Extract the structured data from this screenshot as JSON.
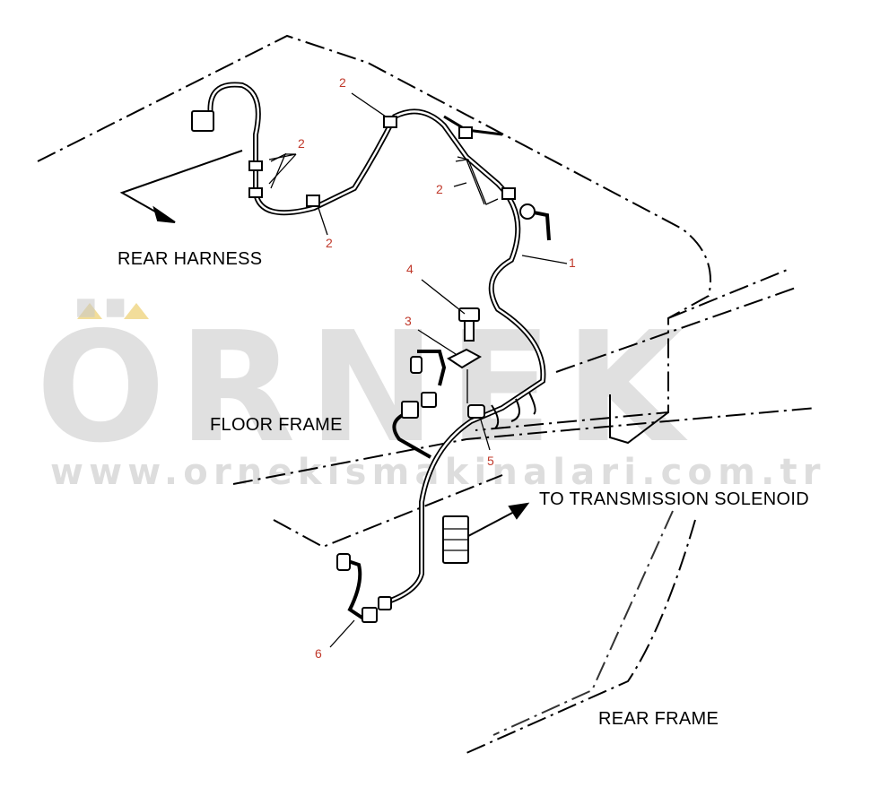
{
  "watermark": {
    "brand": "ÖRNEK",
    "url": "www.ornekismakinalari.com.tr",
    "gray": "#c8c8c8",
    "accent": "#f2dd9a"
  },
  "labels": {
    "rear_harness": "REAR HARNESS",
    "floor_frame": "FLOOR FRAME",
    "to_transmission_solenoid": "TO TRANSMISSION SOLENOID",
    "rear_frame": "REAR FRAME"
  },
  "callouts": [
    {
      "id": "callout-2a",
      "text": "2"
    },
    {
      "id": "callout-2b",
      "text": "2"
    },
    {
      "id": "callout-2c",
      "text": "2"
    },
    {
      "id": "callout-2d",
      "text": "2"
    },
    {
      "id": "callout-1",
      "text": "1"
    },
    {
      "id": "callout-4",
      "text": "4"
    },
    {
      "id": "callout-3",
      "text": "3"
    },
    {
      "id": "callout-5",
      "text": "5"
    },
    {
      "id": "callout-6",
      "text": "6"
    }
  ],
  "colors": {
    "line": "#000000",
    "callout": "#c0392b"
  }
}
